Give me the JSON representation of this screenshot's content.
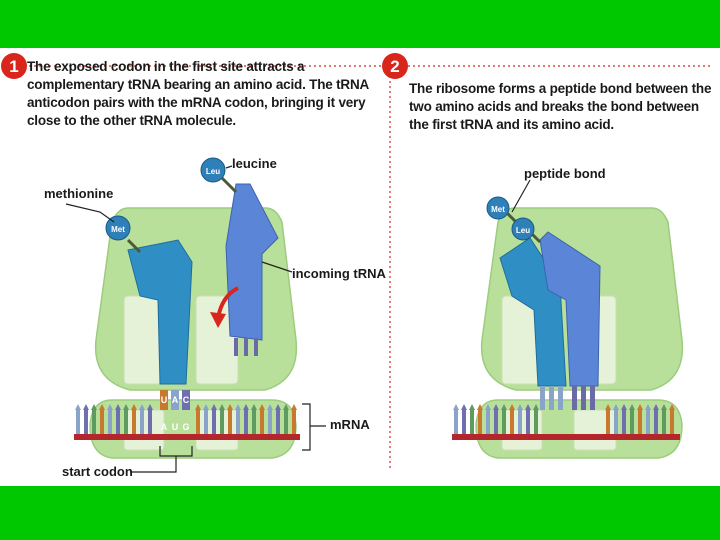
{
  "colors": {
    "frame_green": "#00c800",
    "step_badge_red": "#d9261c",
    "ribosome_green": "#b9e09a",
    "trna_left_blue": "#2f8fc4",
    "trna_right_blue": "#5b85d6",
    "mrna_red": "#b3262b"
  },
  "step1": {
    "number": "1",
    "text": "The exposed codon in the first site attracts a complementary tRNA bearing an amino acid. The tRNA anticodon pairs with the mRNA codon, bringing it very close to the other tRNA molecule.",
    "labels": {
      "leu_bead": "Leu",
      "met_bead": "Met",
      "leucine": "leucine",
      "methionine": "methionine",
      "incoming_trna": "incoming tRNA",
      "mrna": "mRNA",
      "start_codon": "start codon",
      "anticodon": [
        "U",
        "A",
        "C"
      ],
      "codon": [
        "A",
        "U",
        "G"
      ]
    }
  },
  "step2": {
    "number": "2",
    "text": "The ribosome forms a peptide bond between the two amino acids and breaks the bond between the first tRNA and its amino acid.",
    "labels": {
      "met_bead": "Met",
      "leu_bead": "Leu",
      "peptide_bond": "peptide bond"
    }
  }
}
